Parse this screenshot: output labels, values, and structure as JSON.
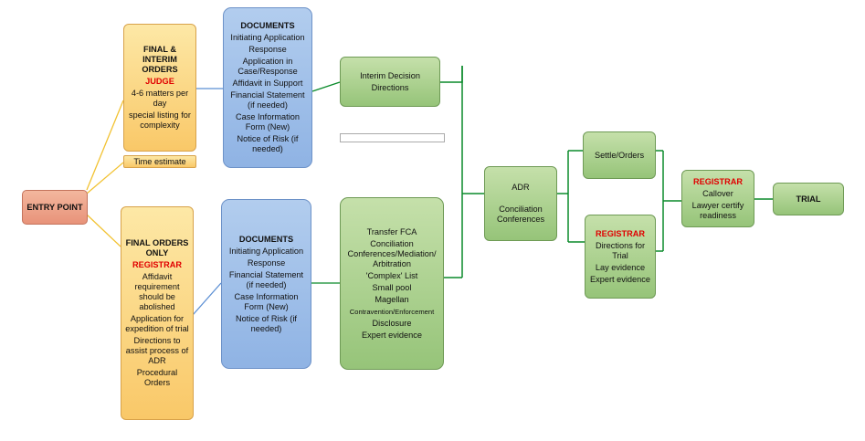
{
  "entry_point": {
    "label": "ENTRY POINT"
  },
  "final_interim": {
    "title": "FINAL & INTERIM ORDERS",
    "role": "JUDGE",
    "items": [
      "4-6 matters per day",
      "special listing for complexity"
    ]
  },
  "time_estimate": {
    "label": "Time estimate"
  },
  "final_only": {
    "title": "FINAL ORDERS ONLY",
    "role": "REGISTRAR",
    "items": [
      "Affidavit requirement should be abolished",
      "Application for expedition of trial",
      "Directions to assist process of ADR",
      "Procedural Orders"
    ]
  },
  "documents_top": {
    "title": "DOCUMENTS",
    "items": [
      "Initiating Application",
      "Response",
      "Application in Case/Response",
      "Affidavit in Support",
      "Financial Statement (if needed)",
      "Case Information Form (New)",
      "Notice of Risk (if needed)"
    ]
  },
  "documents_bottom": {
    "title": "DOCUMENTS",
    "items": [
      "Initiating Application",
      "Response",
      "Financial Statement (if needed)",
      "Case Information Form (New)",
      "Notice of Risk (if needed)"
    ]
  },
  "interim": {
    "items": [
      "Interim Decision",
      "Directions"
    ]
  },
  "pathways": {
    "items": [
      "Transfer FCA",
      "Conciliation Conferences/Mediation/ Arbitration",
      "'Complex' List",
      "Small pool",
      "Magellan",
      "Contravention/Enforcement",
      "Disclosure",
      "Expert evidence"
    ]
  },
  "adr": {
    "title": "ADR",
    "items": [
      "Conciliation Conferences"
    ]
  },
  "settle": {
    "label": "Settle/Orders"
  },
  "registrar_directions": {
    "role": "REGISTRAR",
    "items": [
      "Directions for Trial",
      "Lay evidence",
      "Expert evidence"
    ]
  },
  "callover": {
    "role": "REGISTRAR",
    "items": [
      "Callover",
      "Lawyer certify readiness"
    ]
  },
  "trial": {
    "label": "TRIAL"
  },
  "colors": {
    "connector": "#0a8a2a",
    "blue_connector": "#5b8fd4",
    "orange_connector": "#f2c232",
    "registrar_text": "#e00000"
  }
}
